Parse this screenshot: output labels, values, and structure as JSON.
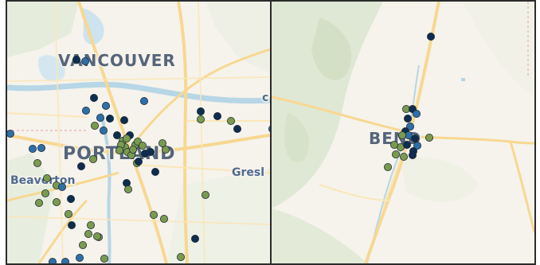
{
  "colors": {
    "land": "#f6f3ec",
    "park": "#dfe8d4",
    "water": "#b7d6e6",
    "road_major": "#f7d891",
    "road_minor": "#fbe6b8",
    "border": "#e2a3a3",
    "dot_navy": "#0e2d4f",
    "dot_blue": "#2f6fa8",
    "dot_green": "#7a9a4f",
    "dot_outline": "#1c2a33"
  },
  "panels": {
    "portland": {
      "labels": [
        {
          "text": "VANCOUVER",
          "kind": "city"
        },
        {
          "text": "PORTLAND",
          "kind": "city"
        },
        {
          "text": "Beaverton",
          "kind": "town"
        },
        {
          "text": "Gresl",
          "kind": "town"
        },
        {
          "text": "c",
          "kind": "town"
        }
      ]
    },
    "bend": {
      "labels": [
        {
          "text": "BEND",
          "kind": "city"
        }
      ]
    }
  }
}
